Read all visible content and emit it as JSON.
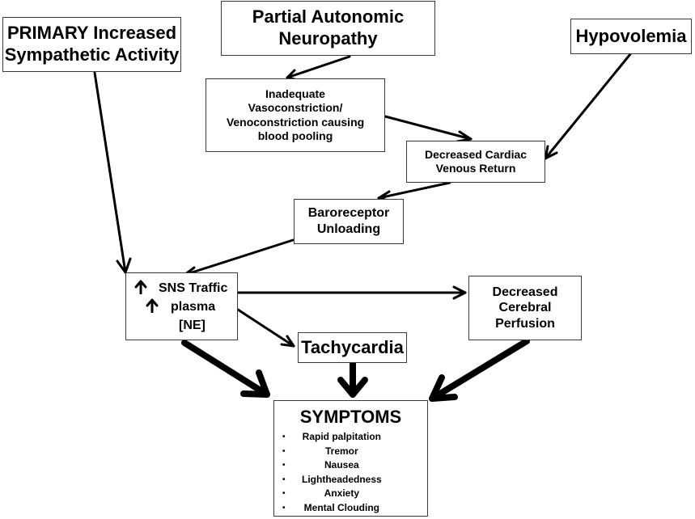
{
  "nodes": {
    "primary": "PRIMARY Increased\nSympathetic Activity",
    "neuropathy": "Partial Autonomic\nNeuropathy",
    "hypovolemia": "Hypovolemia",
    "inadequate": "Inadequate\nVasoconstriction/\nVenoconstriction causing\nblood pooling",
    "cardiac": "Decreased Cardiac\nVenous Return",
    "baroreceptor": "Baroreceptor\nUnloading",
    "sns": {
      "line1": "SNS Traffic",
      "line2": "plasma",
      "line3": "[NE]",
      "up_icon": "up-arrow-icon"
    },
    "cerebral": "Decreased\nCerebral\nPerfusion",
    "tachycardia": "Tachycardia"
  },
  "symptoms": {
    "title": "SYMPTOMS",
    "items": [
      "Rapid palpitation",
      "Tremor",
      "Nausea",
      "Lightheadedness",
      "Anxiety",
      "Mental Clouding"
    ]
  }
}
